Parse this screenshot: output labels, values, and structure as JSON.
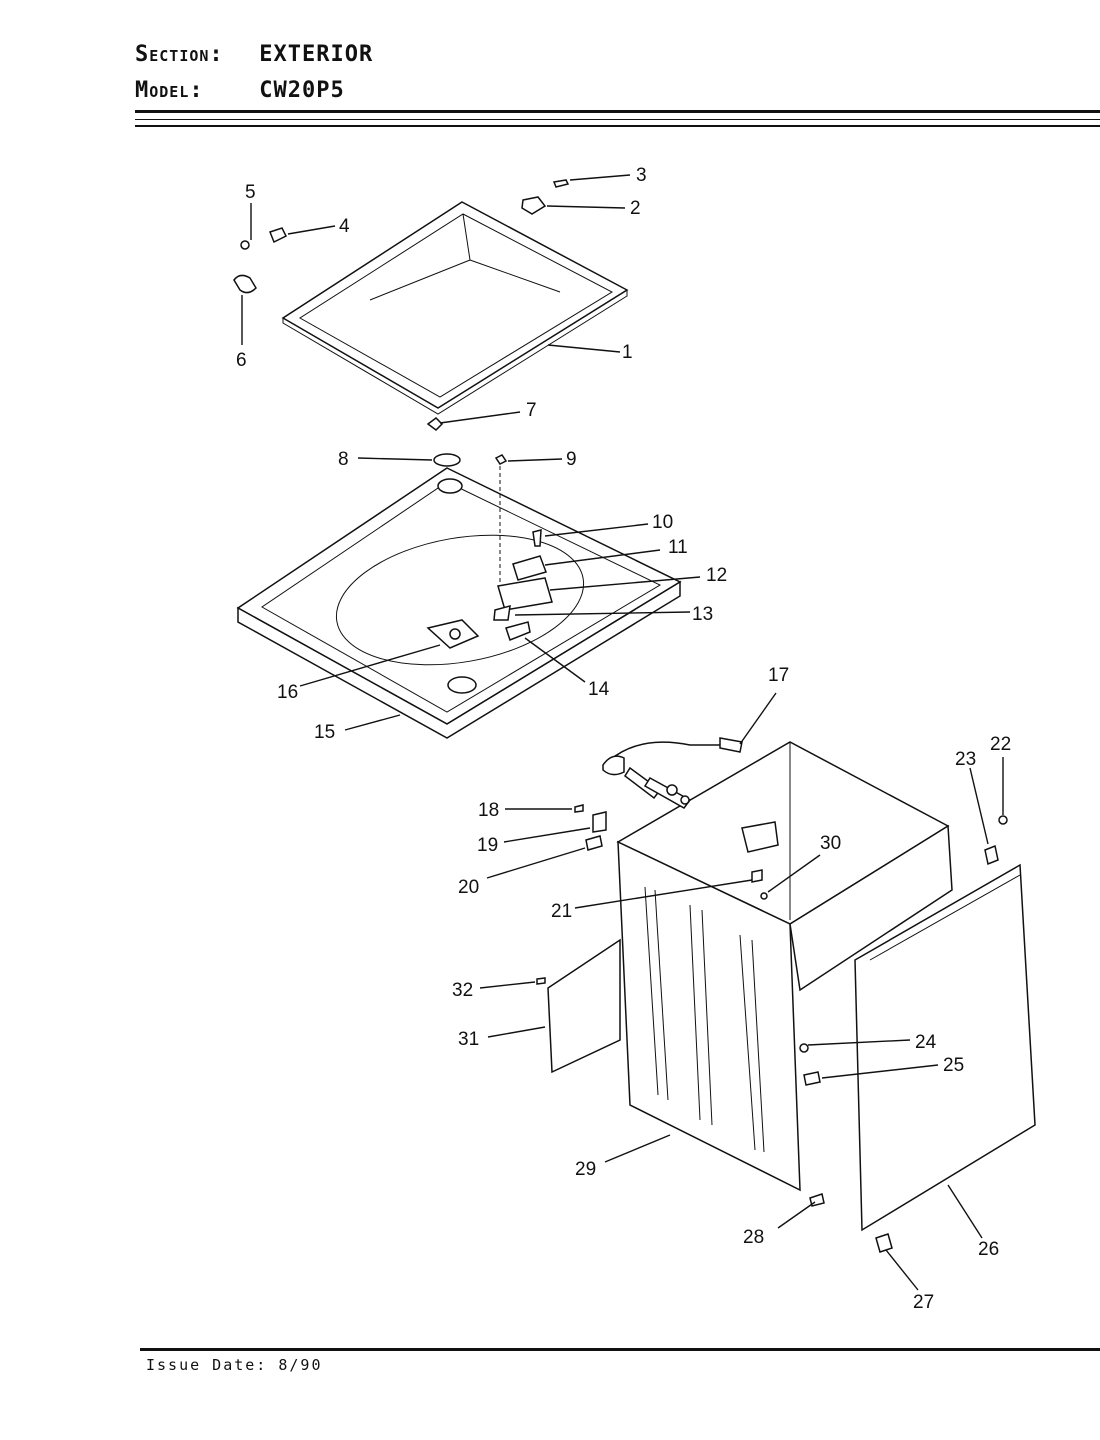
{
  "header": {
    "section_label": "Section:",
    "section_value": "EXTERIOR",
    "model_label": "Model:",
    "model_value": "CW20P5"
  },
  "callouts": [
    "1",
    "2",
    "3",
    "4",
    "5",
    "6",
    "7",
    "8",
    "9",
    "10",
    "11",
    "12",
    "13",
    "14",
    "15",
    "16",
    "17",
    "18",
    "19",
    "20",
    "21",
    "22",
    "23",
    "24",
    "25",
    "26",
    "27",
    "28",
    "29",
    "30",
    "31",
    "32"
  ],
  "footer": {
    "issue_date": "Issue Date: 8/90"
  }
}
